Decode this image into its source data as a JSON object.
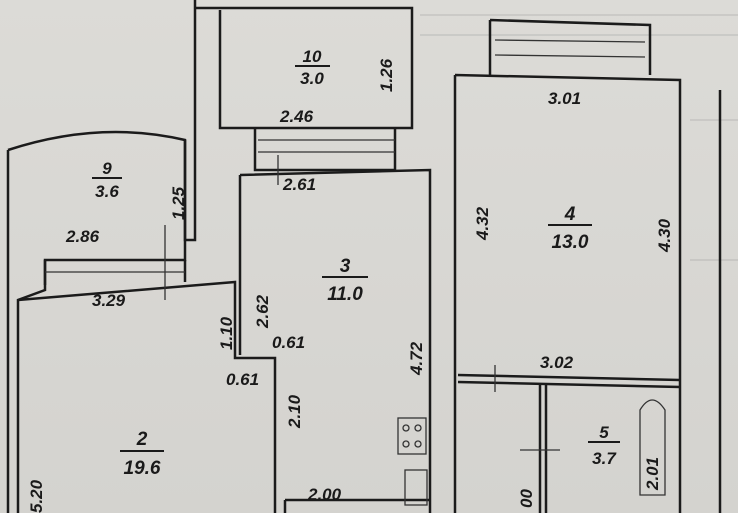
{
  "rooms": [
    {
      "number": "10",
      "area": "3.0"
    },
    {
      "number": "9",
      "area": "3.6"
    },
    {
      "number": "3",
      "area": "11.0"
    },
    {
      "number": "4",
      "area": "13.0"
    },
    {
      "number": "2",
      "area": "19.6"
    },
    {
      "number": "5",
      "area": "3.7"
    }
  ],
  "dimensions": {
    "d_1_26": "1.26",
    "d_2_46": "2.46",
    "d_3_01": "3.01",
    "d_2_61": "2.61",
    "d_1_25": "1.25",
    "d_2_86": "2.86",
    "d_4_32": "4.32",
    "d_4_30": "4.30",
    "d_3_29": "3.29",
    "d_2_62": "2.62",
    "d_1_10": "1.10",
    "d_0_61a": "0.61",
    "d_0_61b": "0.61",
    "d_4_72": "4.72",
    "d_2_10": "2.10",
    "d_3_02": "3.02",
    "d_2_01": "2.01",
    "d_2_00": "2.00",
    "d_5_20": "5.20",
    "d_00": "00"
  }
}
